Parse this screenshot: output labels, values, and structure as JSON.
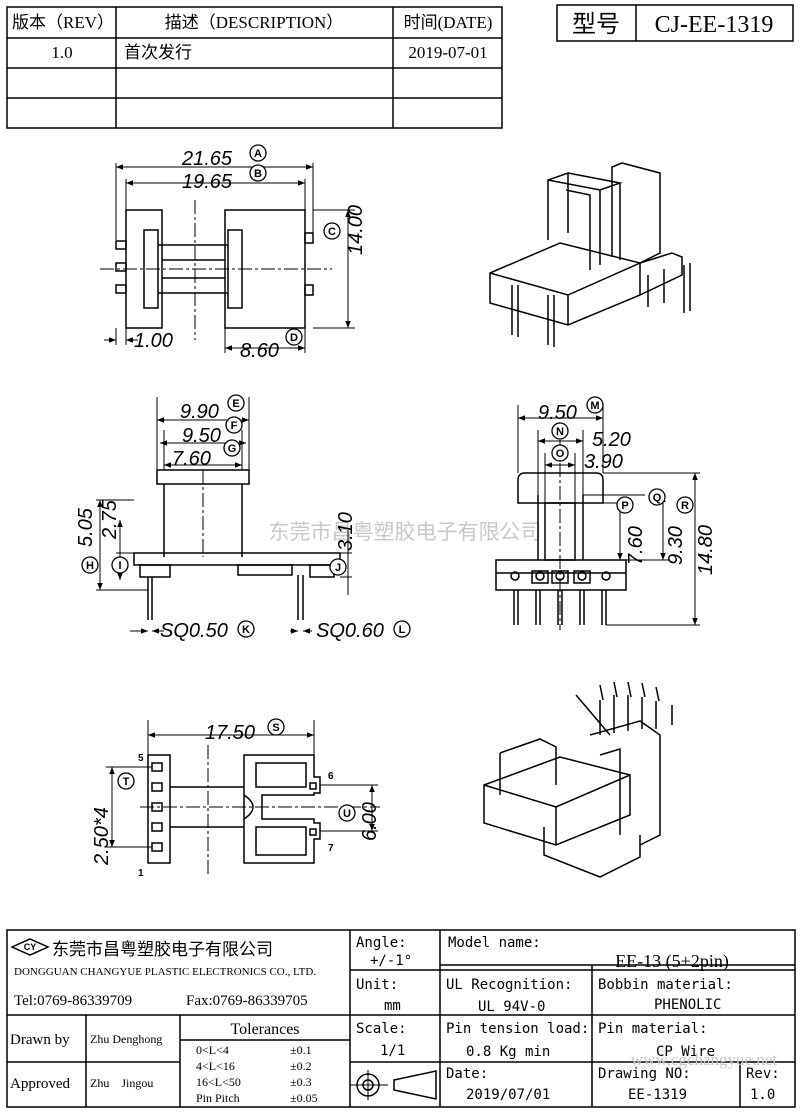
{
  "revision_table": {
    "headers": {
      "rev": "版本（REV）",
      "desc": "描述（DESCRIPTION）",
      "date": "时间(DATE)"
    },
    "rows": [
      {
        "rev": "1.0",
        "desc": "首次发行",
        "date": "2019-07-01"
      }
    ]
  },
  "model_box": {
    "label": "型号",
    "value": "CJ-EE-1319"
  },
  "watermark": "东莞市昌粤塑胶电子有限公司",
  "drawings": {
    "top_view": {
      "dims": {
        "a": "21.65",
        "b": "19.65",
        "c": "14.00",
        "d": "8.60",
        "e": "1.00"
      },
      "markers": {
        "a": "A",
        "b": "B",
        "c": "C",
        "d": "D"
      }
    },
    "front_view": {
      "dims": {
        "e": "9.90",
        "f": "9.50",
        "g": "7.60",
        "h": "5.05",
        "i": "2.75",
        "j": "3.10",
        "k": "SQ0.50",
        "l": "SQ0.60"
      },
      "markers": {
        "e": "E",
        "f": "F",
        "g": "G",
        "h": "H",
        "i": "I",
        "j": "J",
        "k": "K",
        "l": "L"
      }
    },
    "side_view": {
      "dims": {
        "m": "9.50",
        "n": "5.20",
        "o": "3.90",
        "p": "7.60",
        "q": "9.30",
        "r": "14.80"
      },
      "markers": {
        "m": "M",
        "n": "N",
        "o": "O",
        "p": "P",
        "q": "Q",
        "r": "R"
      }
    },
    "bottom_view": {
      "dims": {
        "s": "17.50",
        "t": "2.50*4",
        "u": "6.00"
      },
      "markers": {
        "s": "S",
        "t": "T",
        "u": "U"
      },
      "pins": {
        "p5": "5",
        "p1": "1",
        "p6": "6",
        "p7": "7"
      }
    }
  },
  "title_block": {
    "company_cn": "东莞市昌粤塑胶电子有限公司",
    "company_en": "DONGGUAN CHANGYUE PLASTIC ELECTRONICS CO., LTD.",
    "tel": "Tel:0769-86339709",
    "fax": "Fax:0769-86339705",
    "logo_text": "CY",
    "angle_label": "Angle:",
    "angle_value": "+/-1°",
    "model_name_label": "Model name:",
    "model_name_value": "EE-13 (5+2pin)",
    "unit_label": "Unit:",
    "unit_value": "mm",
    "ul_label": "UL Recognition:",
    "ul_value": "UL 94V-0",
    "bobbin_label": "Bobbin material:",
    "bobbin_value": "PHENOLIC",
    "drawn_by_label": "Drawn by",
    "drawn_by_value": "Zhu Denghong",
    "approved_label": "Approved",
    "approved_value": "Zhu    Jingou",
    "tolerances_label": "Tolerances",
    "tolerances": [
      {
        "range": "0<L<4",
        "value": "±0.1"
      },
      {
        "range": "4<L<16",
        "value": "±0.2"
      },
      {
        "range": "16<L<50",
        "value": "±0.3"
      },
      {
        "range": "Pin Pitch",
        "value": "±0.05"
      }
    ],
    "scale_label": "Scale:",
    "scale_value": "1/1",
    "pin_tension_label": "Pin tension load:",
    "pin_tension_value": "0.8 Kg min",
    "pin_material_label": "Pin material:",
    "pin_material_value": "CP Wire",
    "date_label": "Date:",
    "date_value": "2019/07/01",
    "drawing_no_label": "Drawing NO:",
    "drawing_no_value": "EE-1319",
    "rev_label": "Rev:",
    "rev_value": "1.0",
    "website_watermark": "www.cgchangyue.net"
  },
  "colors": {
    "line": "#000000",
    "watermark": "#c8c8c8"
  }
}
